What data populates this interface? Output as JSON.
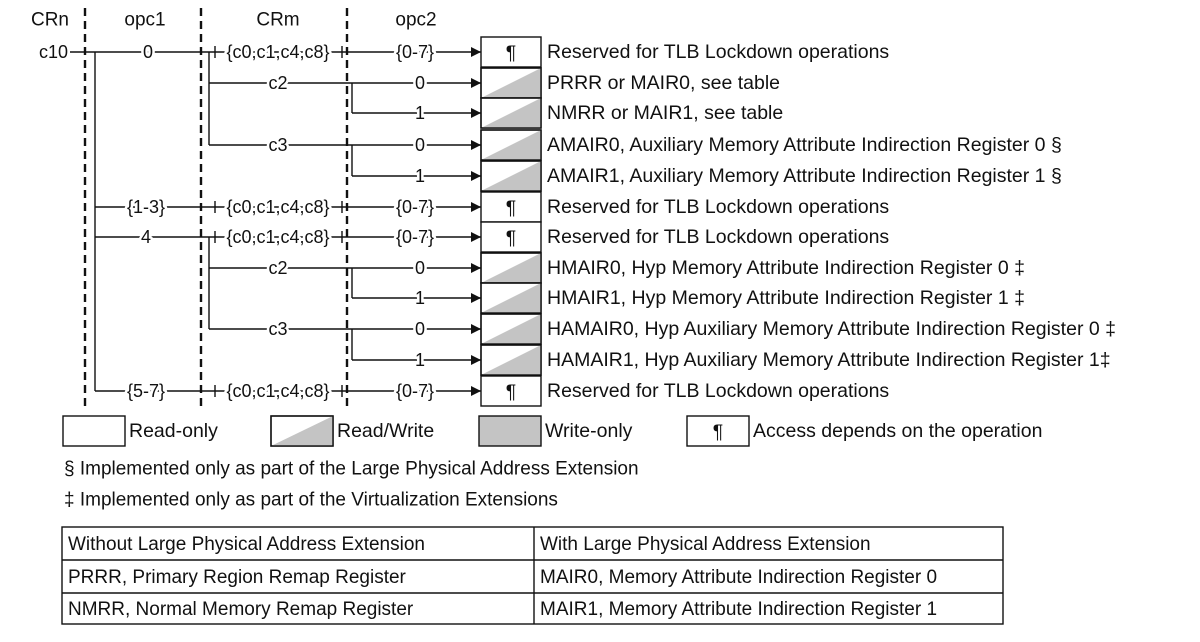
{
  "headers": {
    "crn": "CRn",
    "opc1": "opc1",
    "crm": "CRm",
    "opc2": "opc2"
  },
  "crn_value": "c10",
  "opc1_labels": [
    "0",
    "{1-3}",
    "4",
    "{5-7}"
  ],
  "crm_labels": [
    "{c0,c1,c4,c8}",
    "c2",
    "c3",
    "{c0,c1,c4,c8}",
    "{c0,c1,c4,c8}",
    "c2",
    "c3",
    "{c0,c1,c4,c8}"
  ],
  "opc2_labels": [
    "{0-7}",
    "0",
    "1",
    "0",
    "1",
    "{0-7}",
    "{0-7}",
    "0",
    "1",
    "0",
    "1",
    "{0-7}"
  ],
  "registers": [
    {
      "access": "depends",
      "symbol": "¶",
      "text": "Reserved for TLB Lockdown operations"
    },
    {
      "access": "read-write",
      "symbol": "",
      "text": "PRRR or MAIR0, see table"
    },
    {
      "access": "read-write",
      "symbol": "",
      "text": "NMRR or MAIR1, see table"
    },
    {
      "access": "read-write",
      "symbol": "",
      "text": "AMAIR0, Auxiliary Memory Attribute Indirection Register 0 §"
    },
    {
      "access": "read-write",
      "symbol": "",
      "text": "AMAIR1, Auxiliary Memory Attribute Indirection Register 1 §"
    },
    {
      "access": "depends",
      "symbol": "¶",
      "text": "Reserved for TLB Lockdown operations"
    },
    {
      "access": "depends",
      "symbol": "¶",
      "text": "Reserved for TLB Lockdown operations"
    },
    {
      "access": "read-write",
      "symbol": "",
      "text": "HMAIR0, Hyp Memory Attribute Indirection Register 0 ‡"
    },
    {
      "access": "read-write",
      "symbol": "",
      "text": "HMAIR1, Hyp Memory Attribute Indirection Register 1 ‡"
    },
    {
      "access": "read-write",
      "symbol": "",
      "text": "HAMAIR0, Hyp Auxiliary Memory Attribute Indirection Register 0 ‡"
    },
    {
      "access": "read-write",
      "symbol": "",
      "text": "HAMAIR1, Hyp Auxiliary Memory Attribute Indirection Register 1‡"
    },
    {
      "access": "depends",
      "symbol": "¶",
      "text": "Reserved for TLB Lockdown operations"
    }
  ],
  "legend": {
    "read_only": "Read-only",
    "read_write": "Read/Write",
    "write_only": "Write-only",
    "depends_symbol": "¶",
    "depends": "Access depends on the operation"
  },
  "notes": [
    "§ Implemented only as part of the Large Physical Address Extension",
    "‡ Implemented only as part of the Virtualization Extensions"
  ],
  "table": {
    "headers": [
      "Without Large Physical Address Extension",
      "With Large Physical Address Extension"
    ],
    "rows": [
      [
        "PRRR, Primary Region Remap Register",
        "MAIR0, Memory Attribute Indirection Register 0"
      ],
      [
        "NMRR, Normal Memory Remap Register",
        "MAIR1, Memory Attribute Indirection Register 1"
      ]
    ]
  },
  "colors": {
    "line": "#111111",
    "gray": "#c4c4c4",
    "white": "#ffffff"
  }
}
